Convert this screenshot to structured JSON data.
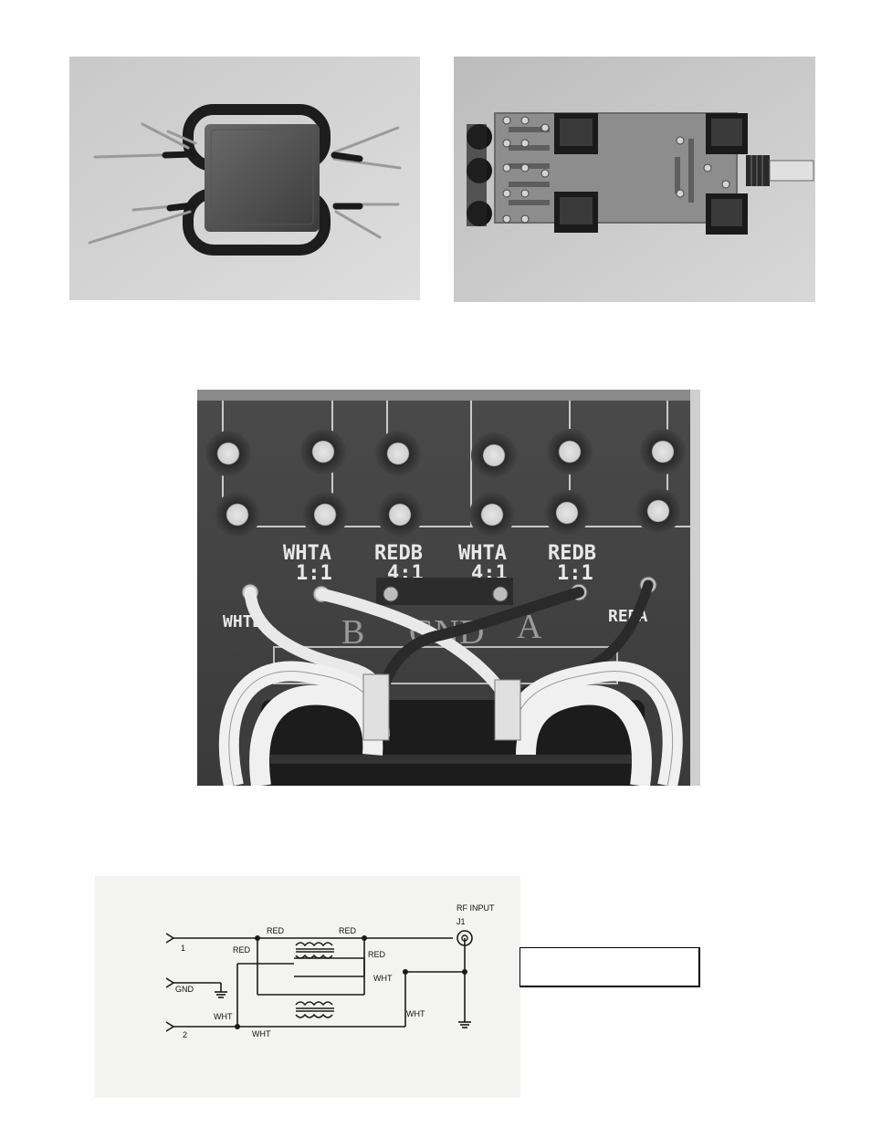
{
  "photos": {
    "toroid_balun": {
      "icon": "ferrite-core-transformer"
    },
    "switch_board": {
      "icon": "pcb-with-jacks-and-bnc"
    },
    "closeup": {
      "labels": {
        "wht_a_11": [
          "WHTA",
          "1:1"
        ],
        "red_b_41": [
          "REDB",
          "4:1"
        ],
        "wht_a_41": [
          "WHTA",
          "4:1"
        ],
        "red_b_11": [
          "REDB",
          "1:1"
        ],
        "wht_b": "WHTB",
        "red_a": "REDA",
        "b": "B",
        "gnd": "GND",
        "a": "A"
      }
    }
  },
  "schematic": {
    "rf_input": "RF INPUT",
    "j1": "J1",
    "port1": "1",
    "port2": "2",
    "gnd": "GND",
    "red": "RED",
    "wht": "WHT"
  },
  "caption": ""
}
